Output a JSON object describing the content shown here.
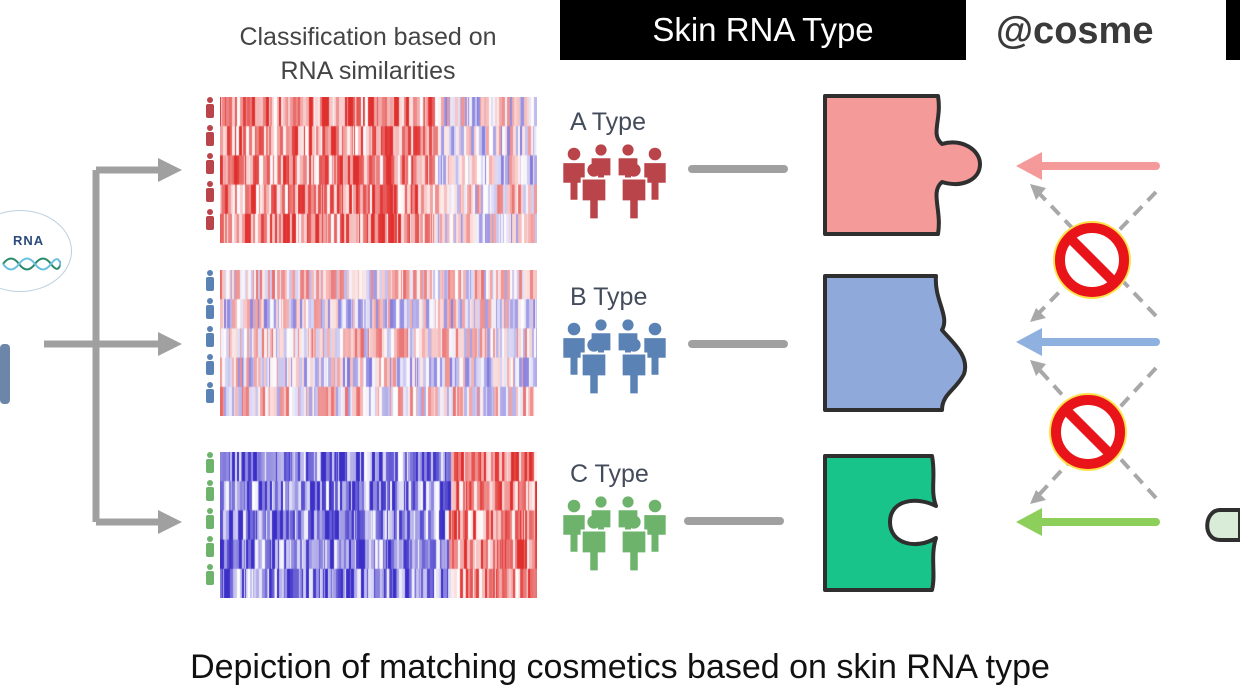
{
  "header": {
    "title": "Skin RNA Type",
    "brand": "@cosme"
  },
  "classification_title_line1": "Classification based on",
  "classification_title_line2": "RNA similarities",
  "rna_label": "RNA",
  "types": [
    {
      "label": "A Type",
      "color": "#b9454a",
      "piece_color": "#f49a98",
      "arrow_color": "#f59a9a"
    },
    {
      "label": "B Type",
      "color": "#5b82b4",
      "piece_color": "#8ea9da",
      "arrow_color": "#8fb1e0"
    },
    {
      "label": "C Type",
      "color": "#6eb36b",
      "piece_color": "#18c48a",
      "arrow_color": "#8ccf5a"
    }
  ],
  "heatmap_colors": {
    "red": "#e0302e",
    "blue": "#3b2fc8",
    "white": "#ffffff"
  },
  "caption": "Depiction of matching cosmetics based on skin RNA type",
  "prohibited_icon": "no-entry-icon",
  "line_gray": "#a0a0a0"
}
